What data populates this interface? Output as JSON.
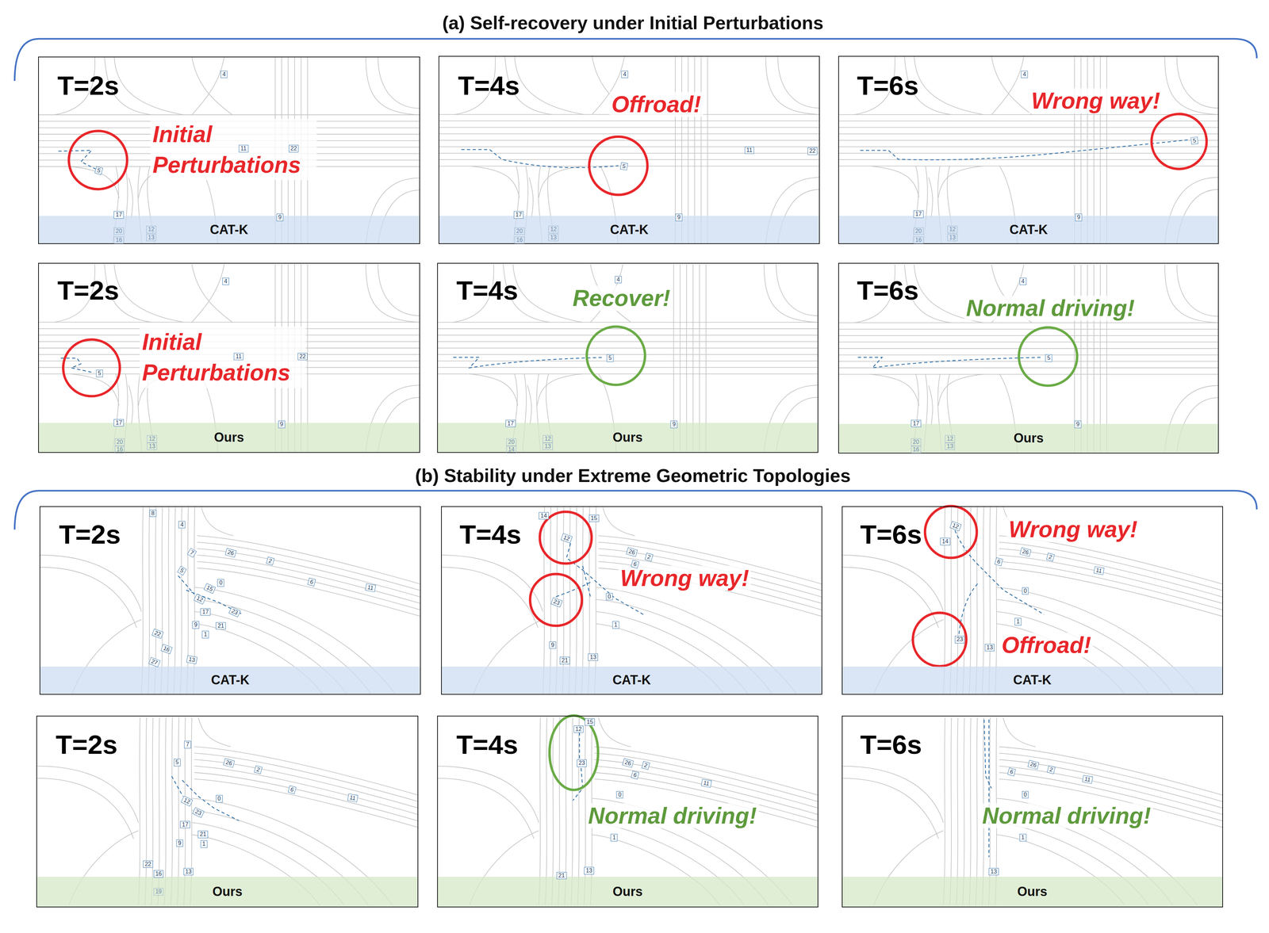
{
  "diagram": {
    "nodes": [
      {
        "text": [
          "T=2s",
          "Initial Perturbations"
        ]
      },
      {
        "text": [
          "CAT-K"
        ],
        "in": 0
      },
      {
        "text": [
          "4"
        ],
        "in": 0
      },
      {
        "text": [
          "11"
        ],
        "in": 0
      },
      {
        "text": [
          "22"
        ],
        "in": 0
      },
      {
        "text": [
          "5"
        ],
        "in": 0
      },
      {
        "text": [
          "17"
        ],
        "in": 0
      },
      {
        "text": [
          "20"
        ],
        "in": 0
      },
      {
        "text": [
          "16"
        ],
        "in": 0
      },
      {
        "text": [
          "12"
        ],
        "in": 0
      },
      {
        "text": [
          "13"
        ],
        "in": 0
      },
      {
        "text": [
          "9"
        ],
        "in": 0
      },
      {
        "text": [
          "T=4s",
          "Offroad!"
        ]
      },
      {
        "text": [
          "CAT-K"
        ],
        "in": 12
      },
      {
        "text": [
          "4"
        ],
        "in": 12
      },
      {
        "text": [
          "11"
        ],
        "in": 12
      },
      {
        "text": [
          "22"
        ],
        "in": 12
      },
      {
        "text": [
          "5"
        ],
        "in": 12
      },
      {
        "text": [
          "17"
        ],
        "in": 12
      },
      {
        "text": [
          "20"
        ],
        "in": 12
      },
      {
        "text": [
          "16"
        ],
        "in": 12
      },
      {
        "text": [
          "12"
        ],
        "in": 12
      },
      {
        "text": [
          "13"
        ],
        "in": 12
      },
      {
        "text": [
          "9"
        ],
        "in": 12
      },
      {
        "text": [
          "T=6s",
          "Wrong way!"
        ]
      },
      {
        "text": [
          "CAT-K"
        ],
        "in": 24
      },
      {
        "text": [
          "4"
        ],
        "in": 24
      },
      {
        "text": [
          "5"
        ],
        "in": 24
      },
      {
        "text": [
          "17"
        ],
        "in": 24
      },
      {
        "text": [
          "20"
        ],
        "in": 24
      },
      {
        "text": [
          "16"
        ],
        "in": 24
      },
      {
        "text": [
          "12"
        ],
        "in": 24
      },
      {
        "text": [
          "13"
        ],
        "in": 24
      },
      {
        "text": [
          "9"
        ],
        "in": 24
      },
      {
        "text": [
          "T=2s",
          "Initial Perturbations"
        ]
      },
      {
        "text": [
          "Ours"
        ],
        "in": 34
      },
      {
        "text": [
          "4"
        ],
        "in": 34
      },
      {
        "text": [
          "11"
        ],
        "in": 34
      },
      {
        "text": [
          "22"
        ],
        "in": 34
      },
      {
        "text": [
          "5"
        ],
        "in": 34
      },
      {
        "text": [
          "17"
        ],
        "in": 34
      },
      {
        "text": [
          "20"
        ],
        "in": 34
      },
      {
        "text": [
          "16"
        ],
        "in": 34
      },
      {
        "text": [
          "12"
        ],
        "in": 34
      },
      {
        "text": [
          "13"
        ],
        "in": 34
      },
      {
        "text": [
          "9"
        ],
        "in": 34
      },
      {
        "text": [
          "T=4s",
          "Recover!"
        ]
      },
      {
        "text": [
          "Ours"
        ],
        "in": 46
      },
      {
        "text": [
          "4"
        ],
        "in": 46
      },
      {
        "text": [
          "5"
        ],
        "in": 46
      },
      {
        "text": [
          "17"
        ],
        "in": 46
      },
      {
        "text": [
          "20"
        ],
        "in": 46
      },
      {
        "text": [
          "14"
        ],
        "in": 46
      },
      {
        "text": [
          "12"
        ],
        "in": 46
      },
      {
        "text": [
          "13"
        ],
        "in": 46
      },
      {
        "text": [
          "9"
        ],
        "in": 46
      },
      {
        "text": [
          "T=6s",
          "Normal driving!"
        ]
      },
      {
        "text": [
          "Ours"
        ],
        "in": 56
      },
      {
        "text": [
          "4"
        ],
        "in": 56
      },
      {
        "text": [
          "5"
        ],
        "in": 56
      },
      {
        "text": [
          "17"
        ],
        "in": 56
      },
      {
        "text": [
          "20"
        ],
        "in": 56
      },
      {
        "text": [
          "16"
        ],
        "in": 56
      },
      {
        "text": [
          "12"
        ],
        "in": 56
      },
      {
        "text": [
          "13"
        ],
        "in": 56
      },
      {
        "text": [
          "9"
        ],
        "in": 56
      },
      {
        "text": [
          "T=2s"
        ]
      },
      {
        "text": [
          "CAT-K"
        ],
        "in": 66
      },
      {
        "text": [
          "8"
        ],
        "in": 66
      },
      {
        "text": [
          "4"
        ],
        "in": 66
      },
      {
        "text": [
          "7"
        ],
        "in": 66
      },
      {
        "text": [
          "5"
        ],
        "in": 66
      },
      {
        "text": [
          "26"
        ],
        "in": 66
      },
      {
        "text": [
          "2"
        ],
        "in": 66
      },
      {
        "text": [
          "6"
        ],
        "in": 66
      },
      {
        "text": [
          "11"
        ],
        "in": 66
      },
      {
        "text": [
          "15"
        ],
        "in": 66
      },
      {
        "text": [
          "0"
        ],
        "in": 66
      },
      {
        "text": [
          "12"
        ],
        "in": 66
      },
      {
        "text": [
          "17"
        ],
        "in": 66
      },
      {
        "text": [
          "23"
        ],
        "in": 66
      },
      {
        "text": [
          "9"
        ],
        "in": 66
      },
      {
        "text": [
          "21"
        ],
        "in": 66
      },
      {
        "text": [
          "1"
        ],
        "in": 66
      },
      {
        "text": [
          "22"
        ],
        "in": 66
      },
      {
        "text": [
          "16"
        ],
        "in": 66
      },
      {
        "text": [
          "27"
        ],
        "in": 66
      },
      {
        "text": [
          "13"
        ],
        "in": 66
      },
      {
        "text": [
          "T=4s",
          "Wrong way!"
        ]
      },
      {
        "text": [
          "CAT-K"
        ],
        "in": 88
      },
      {
        "text": [
          "14"
        ],
        "in": 88
      },
      {
        "text": [
          "15"
        ],
        "in": 88
      },
      {
        "text": [
          "12"
        ],
        "in": 88
      },
      {
        "text": [
          "26"
        ],
        "in": 88
      },
      {
        "text": [
          "2"
        ],
        "in": 88
      },
      {
        "text": [
          "6"
        ],
        "in": 88
      },
      {
        "text": [
          "23"
        ],
        "in": 88
      },
      {
        "text": [
          "0"
        ],
        "in": 88
      },
      {
        "text": [
          "1"
        ],
        "in": 88
      },
      {
        "text": [
          "21"
        ],
        "in": 88
      },
      {
        "text": [
          "13"
        ],
        "in": 88
      },
      {
        "text": [
          "9"
        ],
        "in": 88
      },
      {
        "text": [
          "T=6s",
          "Wrong way!",
          "Offroad!"
        ]
      },
      {
        "text": [
          "CAT-K"
        ],
        "in": 102
      },
      {
        "text": [
          "12"
        ],
        "in": 102
      },
      {
        "text": [
          "14"
        ],
        "in": 102
      },
      {
        "text": [
          "6"
        ],
        "in": 102
      },
      {
        "text": [
          "26"
        ],
        "in": 102
      },
      {
        "text": [
          "2"
        ],
        "in": 102
      },
      {
        "text": [
          "11"
        ],
        "in": 102
      },
      {
        "text": [
          "0"
        ],
        "in": 102
      },
      {
        "text": [
          "23"
        ],
        "in": 102
      },
      {
        "text": [
          "13"
        ],
        "in": 102
      },
      {
        "text": [
          "1"
        ],
        "in": 102
      },
      {
        "text": [
          "T=2s"
        ]
      },
      {
        "text": [
          "Ours"
        ],
        "in": 114
      },
      {
        "text": [
          "7"
        ],
        "in": 114
      },
      {
        "text": [
          "5"
        ],
        "in": 114
      },
      {
        "text": [
          "26"
        ],
        "in": 114
      },
      {
        "text": [
          "2"
        ],
        "in": 114
      },
      {
        "text": [
          "6"
        ],
        "in": 114
      },
      {
        "text": [
          "11"
        ],
        "in": 114
      },
      {
        "text": [
          "0"
        ],
        "in": 114
      },
      {
        "text": [
          "12"
        ],
        "in": 114
      },
      {
        "text": [
          "23"
        ],
        "in": 114
      },
      {
        "text": [
          "17"
        ],
        "in": 114
      },
      {
        "text": [
          "21"
        ],
        "in": 114
      },
      {
        "text": [
          "9"
        ],
        "in": 114
      },
      {
        "text": [
          "1"
        ],
        "in": 114
      },
      {
        "text": [
          "22"
        ],
        "in": 114
      },
      {
        "text": [
          "16"
        ],
        "in": 114
      },
      {
        "text": [
          "13"
        ],
        "in": 114
      },
      {
        "text": [
          "19"
        ],
        "in": 114
      },
      {
        "text": [
          "T=4s",
          "Normal driving!"
        ]
      },
      {
        "text": [
          "Ours"
        ],
        "in": 133
      },
      {
        "text": [
          "15"
        ],
        "in": 133
      },
      {
        "text": [
          "12"
        ],
        "in": 133
      },
      {
        "text": [
          "23"
        ],
        "in": 133
      },
      {
        "text": [
          "26"
        ],
        "in": 133
      },
      {
        "text": [
          "6"
        ],
        "in": 133
      },
      {
        "text": [
          "2"
        ],
        "in": 133
      },
      {
        "text": [
          "11"
        ],
        "in": 133
      },
      {
        "text": [
          "0"
        ],
        "in": 133
      },
      {
        "text": [
          "1"
        ],
        "in": 133
      },
      {
        "text": [
          "21"
        ],
        "in": 133
      },
      {
        "text": [
          "13"
        ],
        "in": 133
      },
      {
        "text": [
          "T=6s",
          "Normal driving!"
        ]
      },
      {
        "text": [
          "Ours"
        ],
        "in": 146
      },
      {
        "text": [
          "26"
        ],
        "in": 146
      },
      {
        "text": [
          "6"
        ],
        "in": 146
      },
      {
        "text": [
          "2"
        ],
        "in": 146
      },
      {
        "text": [
          "11"
        ],
        "in": 146
      },
      {
        "text": [
          "0"
        ],
        "in": 146
      },
      {
        "text": [
          "1"
        ],
        "in": 146
      },
      {
        "text": [
          "13"
        ],
        "in": 146
      }
    ],
    "labels": [
      "(a) Self-recovery under Initial Perturbations",
      "(b) Stability under Extreme Geometric Topologies"
    ]
  }
}
